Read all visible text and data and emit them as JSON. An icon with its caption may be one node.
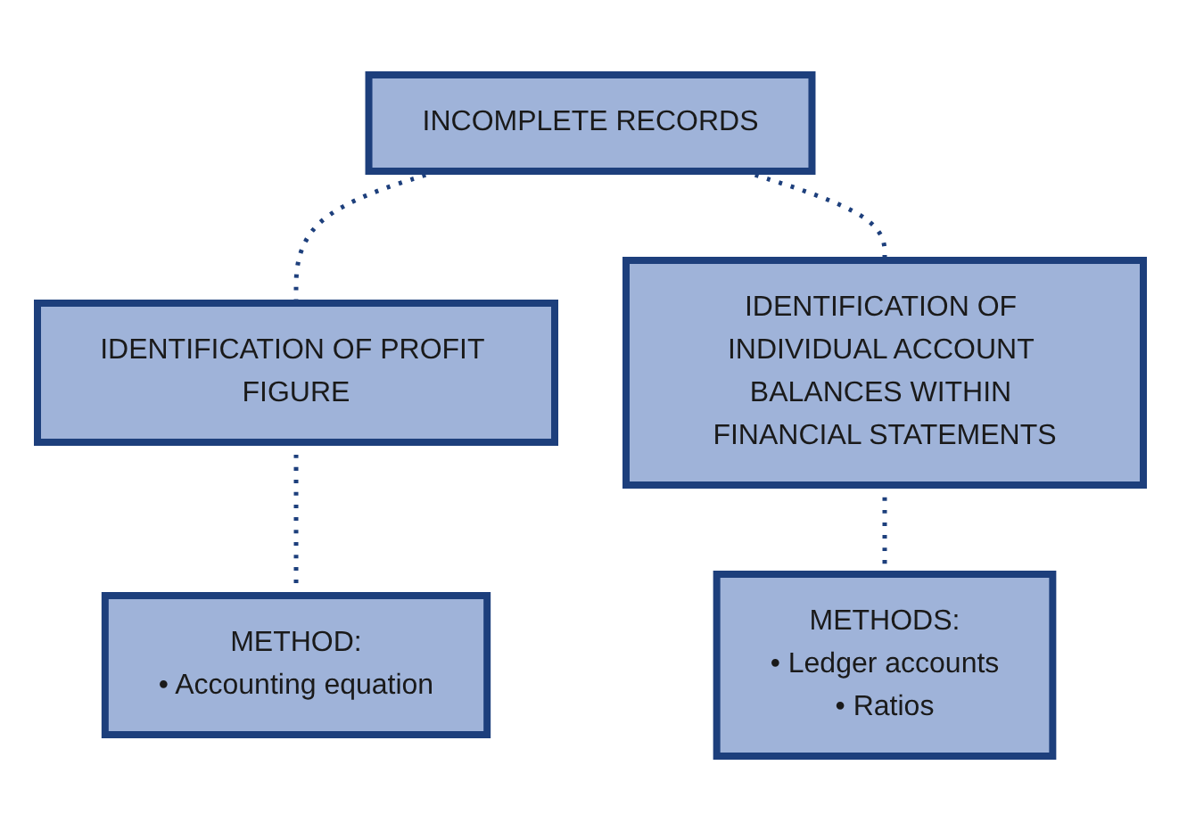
{
  "diagram": {
    "nodes": [
      {
        "text": [
          "INCOMPLETE RECORDS"
        ]
      },
      {
        "text": [
          "IDENTIFICATION OF PROFIT FIGURE"
        ]
      },
      {
        "text": [
          "IDENTIFICATION OF INDIVIDUAL ACCOUNT BALANCES WITHIN FINANCIAL STATEMENTS"
        ]
      },
      {
        "text": [
          "METHOD:",
          "• Accounting equation"
        ]
      },
      {
        "text": [
          "METHODS:",
          "• Ledger accounts",
          "• Ratios"
        ]
      }
    ],
    "edges": [
      {
        "from": 0,
        "to": 1,
        "arrow": "none",
        "style": "dashed"
      },
      {
        "from": 0,
        "to": 2,
        "arrow": "none",
        "style": "dashed"
      },
      {
        "from": 1,
        "to": 3,
        "arrow": "none",
        "style": "dashed"
      },
      {
        "from": 2,
        "to": 4,
        "arrow": "none",
        "style": "dashed"
      }
    ]
  }
}
